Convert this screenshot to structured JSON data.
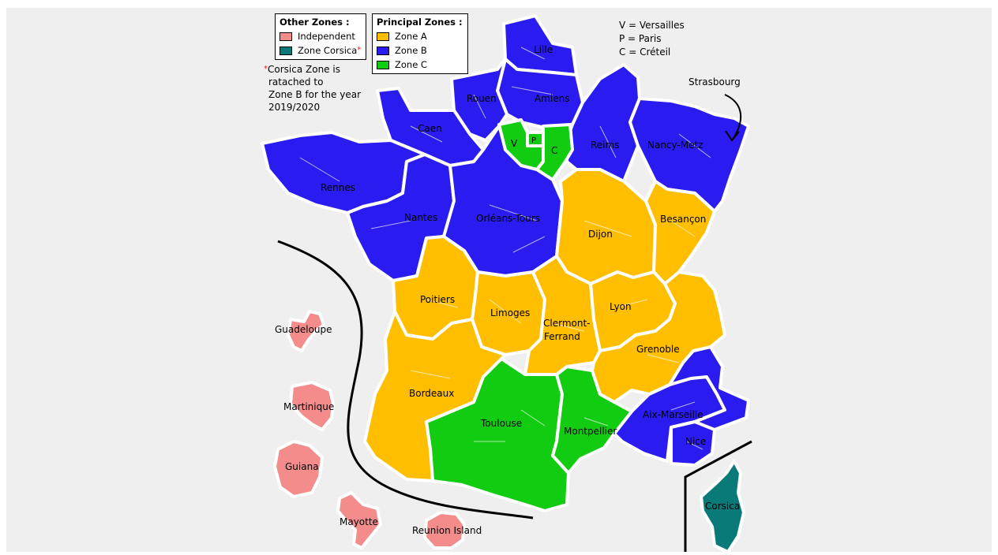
{
  "legends": {
    "other": {
      "title": "Other Zones :",
      "items": [
        {
          "label": "Independent",
          "color": "#f48c8c"
        },
        {
          "label": "Zone Corsica",
          "color": "#0a7a78",
          "marker": "*"
        }
      ]
    },
    "principal": {
      "title": "Principal Zones :",
      "items": [
        {
          "label": "Zone A",
          "color": "#ffbf00"
        },
        {
          "label": "Zone B",
          "color": "#2a1cf0"
        },
        {
          "label": "Zone C",
          "color": "#12cc12"
        }
      ]
    }
  },
  "note": {
    "marker": "*",
    "lines": [
      "Corsica Zone is",
      "ratached to",
      "Zone B for the year",
      "2019/2020"
    ]
  },
  "key": {
    "lines": [
      "V = Versailles",
      "P = Paris",
      "C = Créteil"
    ]
  },
  "callout": {
    "label": "Strasbourg"
  },
  "colors": {
    "zone_a": "#ffbf00",
    "zone_b": "#2a1cf0",
    "zone_c": "#12cc12",
    "corsica": "#0a7a78",
    "independent": "#f48c8c"
  },
  "labels": {
    "lille": "Lille",
    "amiens": "Amiens",
    "rouen": "Rouen",
    "caen": "Caen",
    "rennes": "Rennes",
    "nantes": "Nantes",
    "orleans_tours": "Orléans-Tours",
    "reims": "Reims",
    "nancy_metz": "Nancy-Metz",
    "versailles_abbr": "V",
    "paris_abbr": "P",
    "creteil_abbr": "C",
    "dijon": "Dijon",
    "besancon": "Besançon",
    "poitiers": "Poitiers",
    "limoges": "Limoges",
    "clermont_1": "Clermont-",
    "clermont_2": "Ferrand",
    "lyon": "Lyon",
    "grenoble": "Grenoble",
    "bordeaux": "Bordeaux",
    "toulouse": "Toulouse",
    "montpellier": "Montpellier",
    "aix_marseille": "Aix-Marseille",
    "nice": "Nice",
    "corsica": "Corsica",
    "guadeloupe": "Guadeloupe",
    "martinique": "Martinique",
    "guiana": "Guiana",
    "mayotte": "Mayotte",
    "reunion": "Reunion Island"
  }
}
